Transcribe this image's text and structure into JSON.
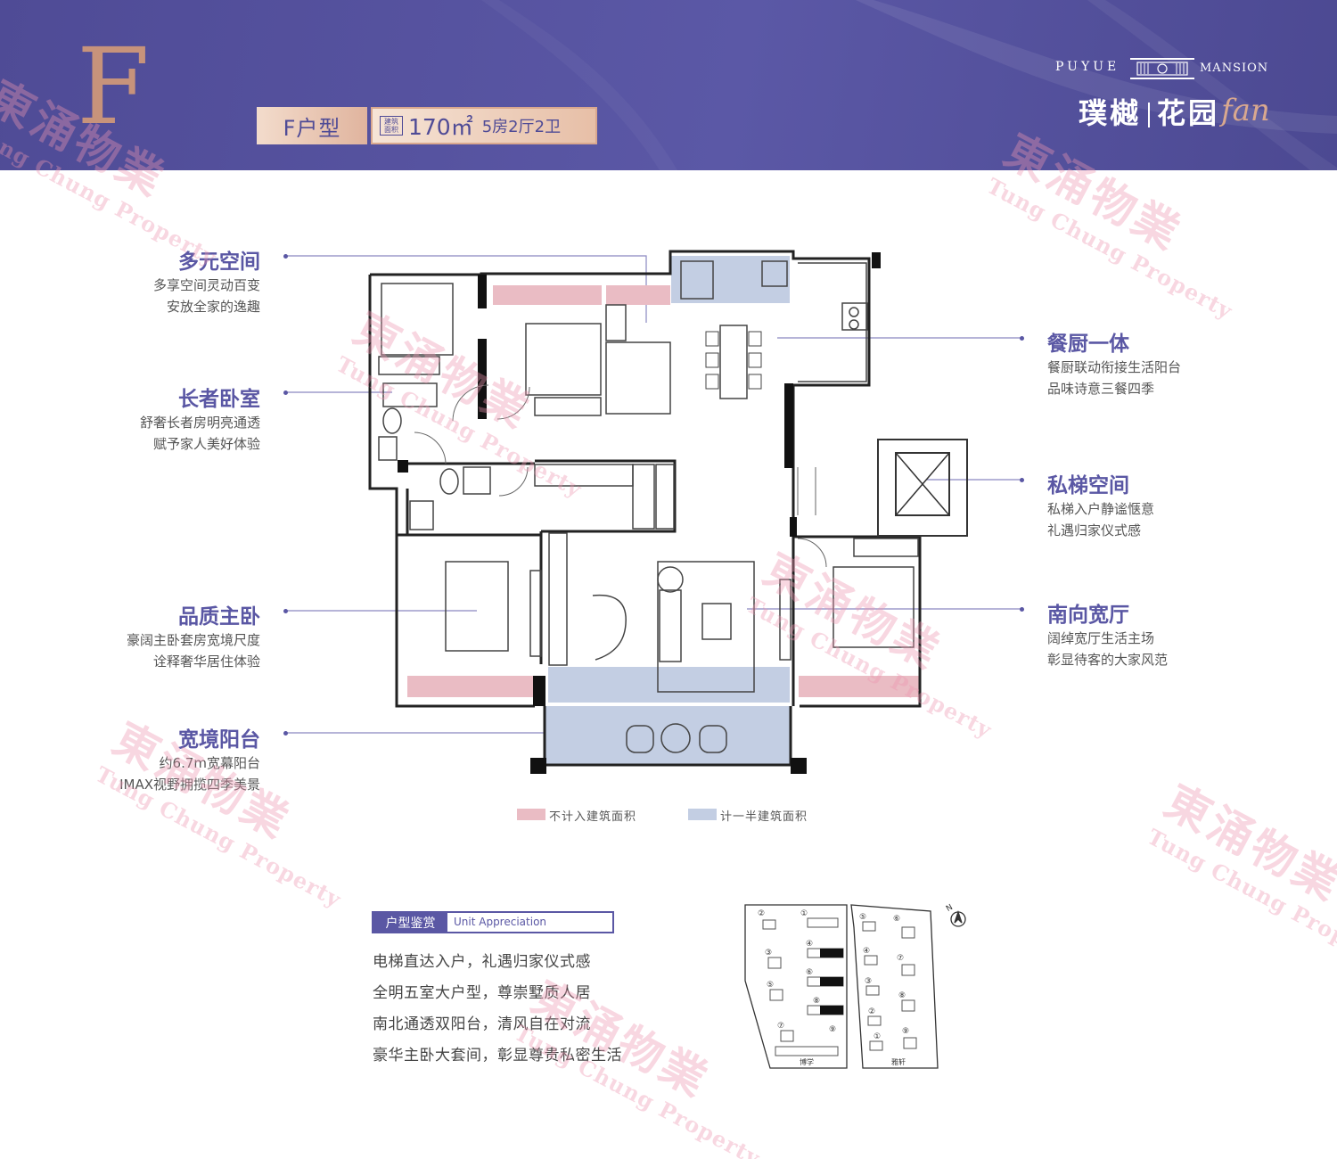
{
  "header": {
    "letter": "F",
    "unit_type": "F户型",
    "area_tag": "建筑面积",
    "area_value": "170㎡",
    "rooms": "5房2厅2卫",
    "brand_en_left": "PUYUE",
    "brand_en_right": "MANSION",
    "brand_cn_a": "璞樾",
    "brand_cn_b": "花园",
    "brand_script": "fan"
  },
  "features_left": [
    {
      "title": "多元空间",
      "line1": "多享空间灵动百变",
      "line2": "安放全家的逸趣"
    },
    {
      "title": "长者卧室",
      "line1": "舒奢长者房明亮通透",
      "line2": "赋予家人美好体验"
    },
    {
      "title": "品质主卧",
      "line1": "豪阔主卧套房宽境尺度",
      "line2": "诠释奢华居住体验"
    },
    {
      "title": "宽境阳台",
      "line1": "约6.7m宽幕阳台",
      "line2": "IMAX视野拥揽四季美景"
    }
  ],
  "features_right": [
    {
      "title": "餐厨一体",
      "line1": "餐厨联动衔接生活阳台",
      "line2": "品味诗意三餐四季"
    },
    {
      "title": "私梯空间",
      "line1": "私梯入户静谧惬意",
      "line2": "礼遇归家仪式感"
    },
    {
      "title": "南向宽厅",
      "line1": "阔绰宽厅生活主场",
      "line2": "彰显待客的大家风范"
    }
  ],
  "legend": {
    "pink_label": "不计入建筑面积",
    "blue_label": "计一半建筑面积",
    "pink_color": "#eabcc4",
    "blue_color": "#c3cee3"
  },
  "appreciation": {
    "tag": "户型鉴赏",
    "en": "Unit Appreciation",
    "lines": [
      "电梯直达入户，礼遇归家仪式感",
      "全明五室大户型，尊崇墅质人居",
      "南北通透双阳台，清风自在对流",
      "豪华主卧大套间，彰显尊贵私密生活"
    ]
  },
  "siteplan": {
    "north": "N",
    "zone_left": "博学",
    "zone_right": "雅轩",
    "left_labels": [
      "②",
      "①",
      "③",
      "④",
      "⑤",
      "⑥",
      "⑦",
      "⑧",
      "⑨"
    ],
    "right_labels": [
      "⑤",
      "⑥",
      "④",
      "⑦",
      "③",
      "⑧",
      "②",
      "①",
      "⑨"
    ]
  },
  "watermark": {
    "cn": "東涌物業",
    "en": "Tung Chung Property"
  },
  "colors": {
    "header_bg": "#4f4b96",
    "accent": "#5a57a4",
    "copper": "#c7937b"
  }
}
